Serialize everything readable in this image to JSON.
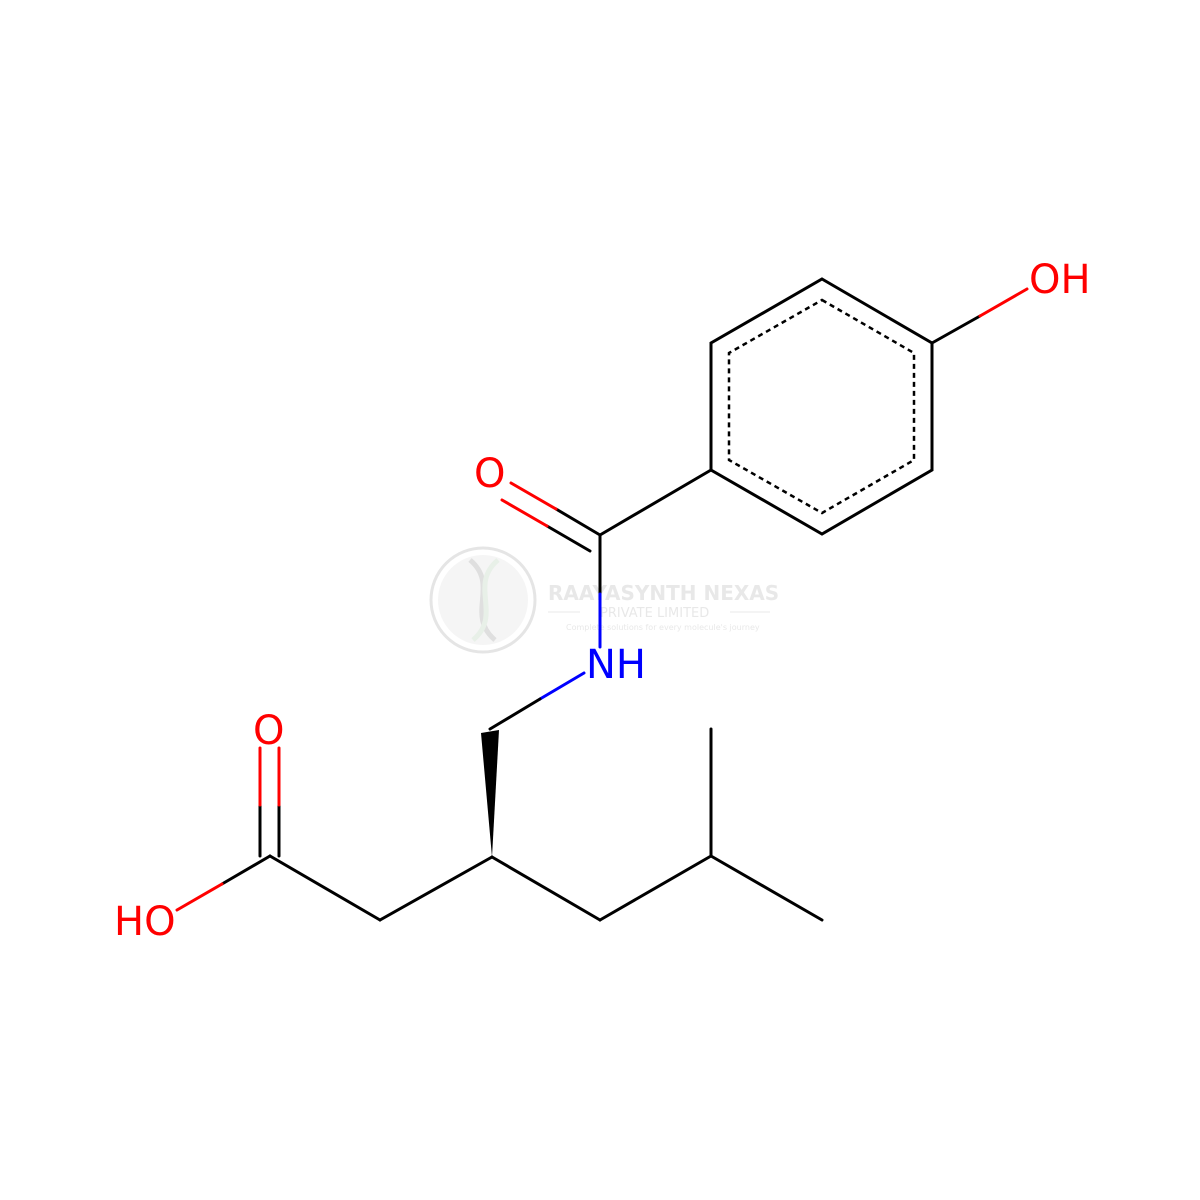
{
  "diagram": {
    "type": "chemical-structure",
    "atom_labels": {
      "hydroxyl_top": "OH",
      "carbonyl_amide_o": "O",
      "amine_nh": "NH",
      "carbonyl_acid_o": "O",
      "acid_oh": "HO"
    },
    "colors": {
      "bond": "#000000",
      "oxygen": "#ff0000",
      "nitrogen": "#0000ff"
    }
  },
  "watermark": {
    "company": "RAAYASYNTH NEXAS",
    "subtitle": "PRIVATE LIMITED",
    "tagline": "Complete solutions for every molecule's journey",
    "logo_icon": "dna-helix-icon"
  }
}
